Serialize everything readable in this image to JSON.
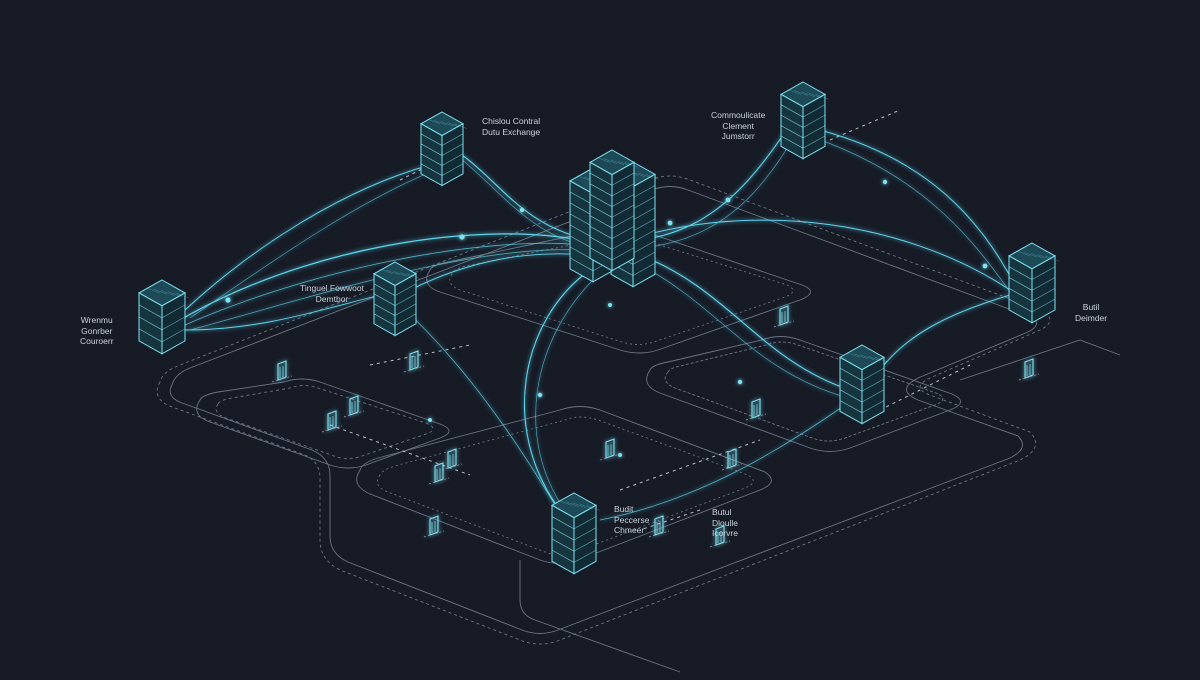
{
  "colors": {
    "background": "#161b26",
    "link": "#5fd6ec",
    "node_edge": "#7fe3f2",
    "node_fill": "#17353f",
    "track": "#6b7584",
    "label": "#c9d2dc"
  },
  "nodes": [
    {
      "id": "central",
      "icon": "server-cluster-icon",
      "lines": []
    },
    {
      "id": "top-left",
      "icon": "server-icon",
      "lines": [
        "Chislou Contral",
        "Dutu Exchange"
      ]
    },
    {
      "id": "top-right",
      "icon": "server-icon",
      "lines": [
        "Commoulicate",
        "Clement",
        "Jumstorr"
      ]
    },
    {
      "id": "left",
      "icon": "server-icon",
      "lines": [
        "Wrenmu",
        "Gonrber",
        "Couroerr"
      ]
    },
    {
      "id": "mid-left",
      "icon": "server-icon",
      "lines": [
        "Tinguel Fowwoot",
        "Demtbor"
      ]
    },
    {
      "id": "right",
      "icon": "server-icon",
      "lines": [
        "Butil",
        "Deimder"
      ]
    },
    {
      "id": "mid-right",
      "icon": "server-icon",
      "lines": []
    },
    {
      "id": "bottom",
      "icon": "server-icon",
      "lines": [
        "Budit",
        "Peccerse",
        "Chmeer"
      ]
    }
  ],
  "bottom_side_label": {
    "lines": [
      "Butul",
      "Dloulle",
      "Icorvre"
    ]
  },
  "endpoint_icon": "terminal-marker-icon"
}
